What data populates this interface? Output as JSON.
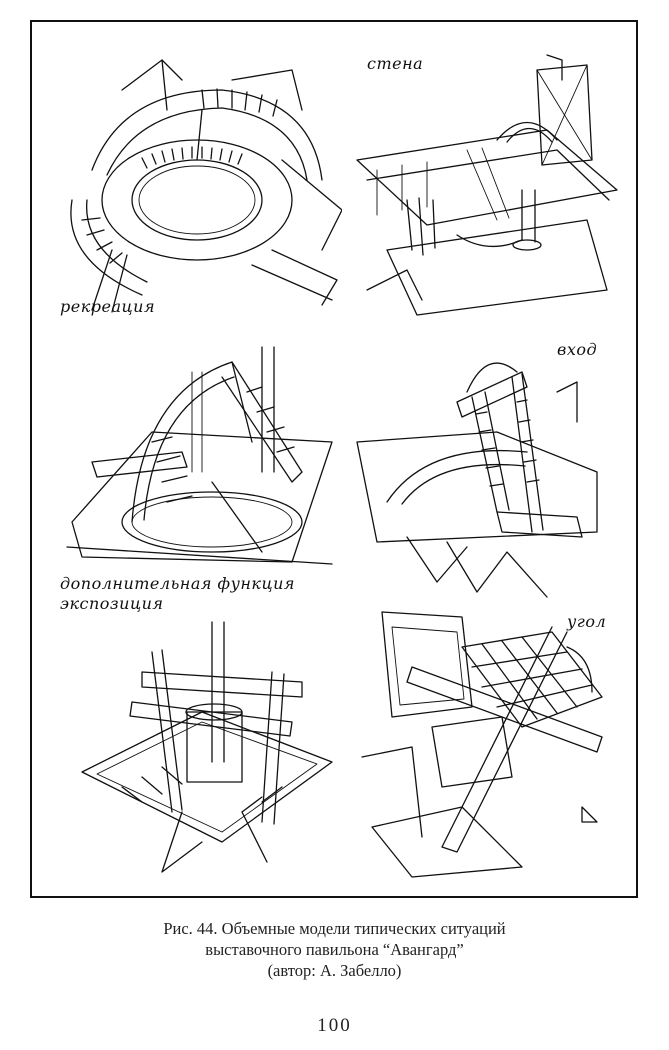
{
  "panels": [
    {
      "label": "рекреация"
    },
    {
      "label": "стена"
    },
    {
      "label": "дополнительная функция"
    },
    {
      "label": "вход"
    },
    {
      "label": "экспозиция"
    },
    {
      "label": "угол"
    }
  ],
  "caption": {
    "line1": "Рис. 44.  Объемные модели типических ситуаций",
    "line2": "выставочного павильона “Авангард”",
    "line3": "(автор: А. Забелло)"
  },
  "page_number": "100"
}
